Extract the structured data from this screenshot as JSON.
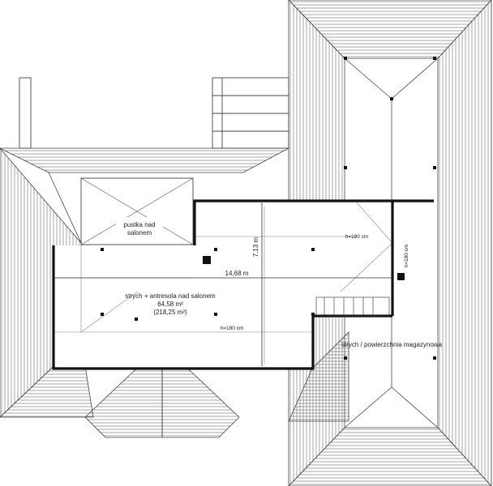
{
  "labels": {
    "void_line1": "pustka nad",
    "void_line2": "salonem",
    "main_name": "strych + antresola nad salonem",
    "main_area": "64,58 m²",
    "main_area_total": "(218,25 m²)",
    "storage_name": "strych / powierzchnia magazynowa",
    "height_1": "h=180 cm",
    "height_2": "h=180 cm",
    "height_3": "h=180 cm",
    "dim_length": "14,68 m",
    "dim_width": "7,13 m"
  }
}
